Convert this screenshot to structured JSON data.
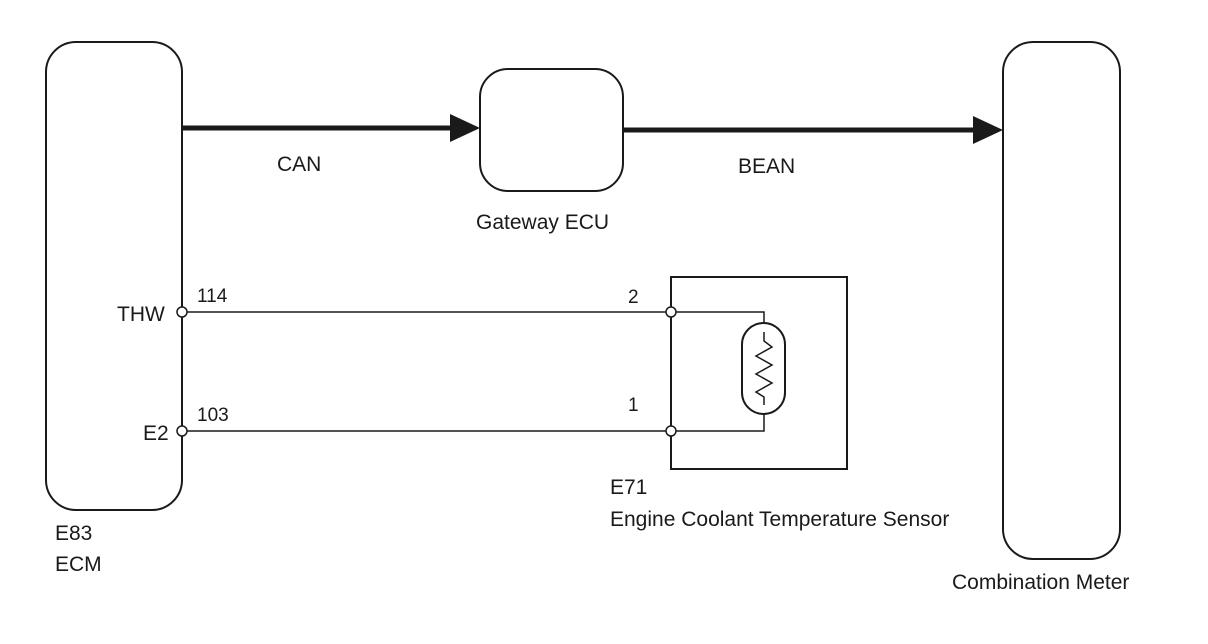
{
  "ecm": {
    "connector": "E83",
    "name": "ECM"
  },
  "ecm_terminals": [
    {
      "name": "THW",
      "pin": "114"
    },
    {
      "name": "E2",
      "pin": "103"
    }
  ],
  "gateway": {
    "name": "Gateway ECU"
  },
  "buses": {
    "can": "CAN",
    "bean": "BEAN"
  },
  "sensor": {
    "connector": "E71",
    "name": "Engine Coolant Temperature Sensor",
    "pins": [
      "2",
      "1"
    ]
  },
  "meter": {
    "name": "Combination Meter"
  }
}
